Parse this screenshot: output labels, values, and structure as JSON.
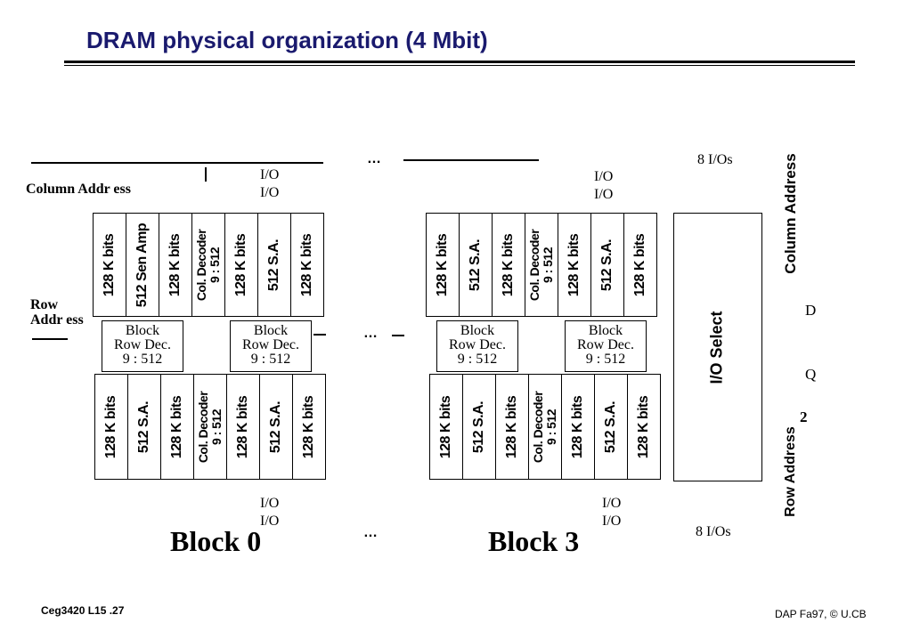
{
  "title": "DRAM physical organization (4 Mbit)",
  "labels": {
    "column_address": "Column   Addr ess",
    "row_address_line1": "Row",
    "row_address_line2": "Addr ess",
    "io": "I/O",
    "ellipsis": "…",
    "eight_ios": "8 I/Os",
    "d": "D",
    "q": "Q",
    "two": "2",
    "block0": "Block 0",
    "block3": "Block 3",
    "io_select": "I/O  Select",
    "column_address_vertical": "Column Address",
    "row_address_vertical": "Row Address"
  },
  "cells": {
    "k128": "128 K bits",
    "sense_amp": "512 Sen Amp",
    "sa": "512 S.A.",
    "col_decoder_line1": "Col. Decoder",
    "col_decoder_line2": "9 : 512"
  },
  "row_decoder": {
    "line1": "Block",
    "line2": "Row Dec.",
    "line3": "9 : 512"
  },
  "footer": {
    "left": "Ceg3420 L15 .27",
    "right": "DAP Fa97, © U.CB"
  }
}
